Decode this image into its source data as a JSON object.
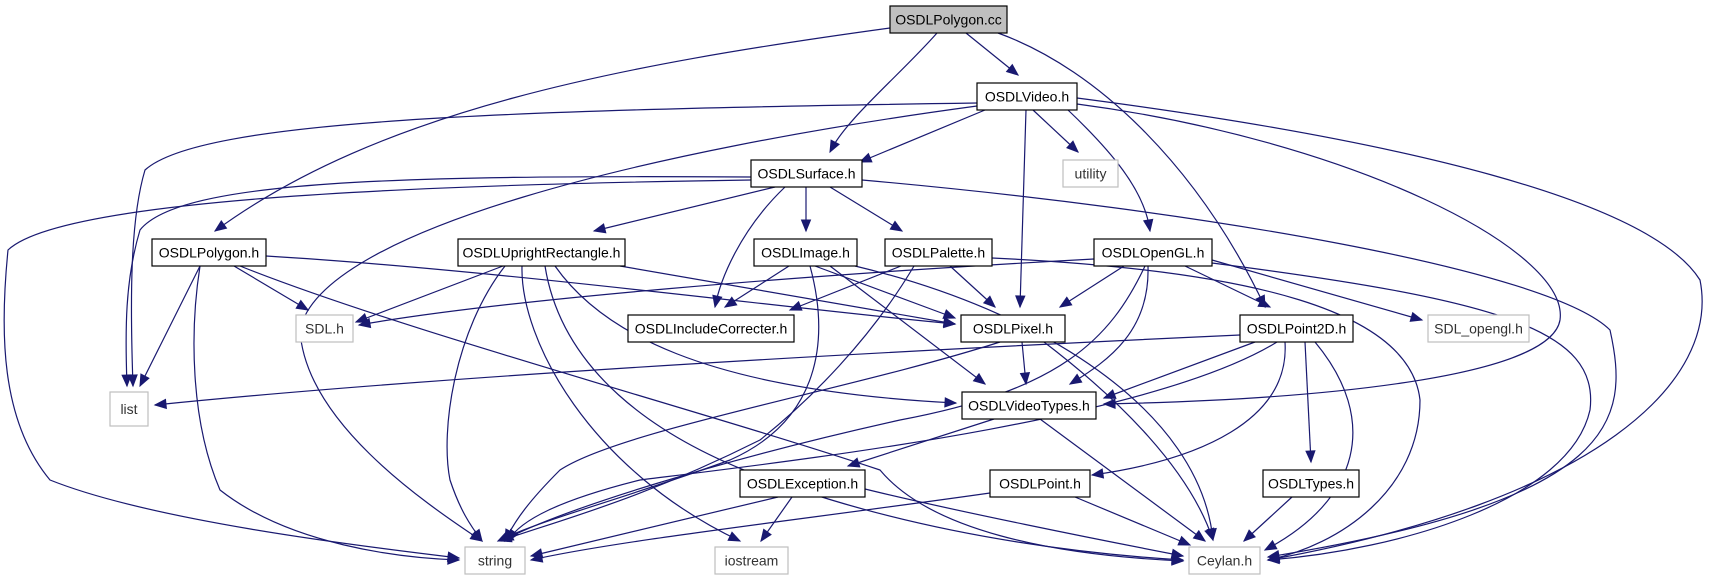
{
  "diagram": {
    "type": "include-dependency-graph",
    "nodes": [
      {
        "id": "osdl_polygon_cc",
        "label": "OSDLPolygon.cc",
        "kind": "root"
      },
      {
        "id": "osdl_video_h",
        "label": "OSDLVideo.h",
        "kind": "file"
      },
      {
        "id": "osdl_surface_h",
        "label": "OSDLSurface.h",
        "kind": "file"
      },
      {
        "id": "utility",
        "label": "utility",
        "kind": "external"
      },
      {
        "id": "osdl_polygon_h",
        "label": "OSDLPolygon.h",
        "kind": "file"
      },
      {
        "id": "osdl_upright_rectangle_h",
        "label": "OSDLUprightRectangle.h",
        "kind": "file"
      },
      {
        "id": "osdl_image_h",
        "label": "OSDLImage.h",
        "kind": "file"
      },
      {
        "id": "osdl_palette_h",
        "label": "OSDLPalette.h",
        "kind": "file"
      },
      {
        "id": "osdl_opengl_h",
        "label": "OSDLOpenGL.h",
        "kind": "file"
      },
      {
        "id": "sdl_h",
        "label": "SDL.h",
        "kind": "external"
      },
      {
        "id": "osdl_include_correcter_h",
        "label": "OSDLIncludeCorrecter.h",
        "kind": "file"
      },
      {
        "id": "osdl_pixel_h",
        "label": "OSDLPixel.h",
        "kind": "file"
      },
      {
        "id": "osdl_point2d_h",
        "label": "OSDLPoint2D.h",
        "kind": "file"
      },
      {
        "id": "sdl_opengl_h",
        "label": "SDL_opengl.h",
        "kind": "external"
      },
      {
        "id": "list",
        "label": "list",
        "kind": "external"
      },
      {
        "id": "osdl_video_types_h",
        "label": "OSDLVideoTypes.h",
        "kind": "file"
      },
      {
        "id": "osdl_exception_h",
        "label": "OSDLException.h",
        "kind": "file"
      },
      {
        "id": "osdl_point_h",
        "label": "OSDLPoint.h",
        "kind": "file"
      },
      {
        "id": "osdl_types_h",
        "label": "OSDLTypes.h",
        "kind": "file"
      },
      {
        "id": "string",
        "label": "string",
        "kind": "external"
      },
      {
        "id": "iostream",
        "label": "iostream",
        "kind": "external"
      },
      {
        "id": "ceylan_h",
        "label": "Ceylan.h",
        "kind": "external"
      }
    ],
    "edges": [
      {
        "from": "osdl_polygon_cc",
        "to": "osdl_video_h"
      },
      {
        "from": "osdl_polygon_cc",
        "to": "osdl_surface_h"
      },
      {
        "from": "osdl_polygon_cc",
        "to": "osdl_polygon_h"
      },
      {
        "from": "osdl_polygon_cc",
        "to": "osdl_point2d_h"
      },
      {
        "from": "osdl_video_h",
        "to": "osdl_surface_h"
      },
      {
        "from": "osdl_video_h",
        "to": "utility"
      },
      {
        "from": "osdl_video_h",
        "to": "osdl_opengl_h"
      },
      {
        "from": "osdl_video_h",
        "to": "osdl_pixel_h"
      },
      {
        "from": "osdl_video_h",
        "to": "list"
      },
      {
        "from": "osdl_video_h",
        "to": "string"
      },
      {
        "from": "osdl_video_h",
        "to": "osdl_video_types_h"
      },
      {
        "from": "osdl_video_h",
        "to": "ceylan_h"
      },
      {
        "from": "osdl_surface_h",
        "to": "osdl_upright_rectangle_h"
      },
      {
        "from": "osdl_surface_h",
        "to": "osdl_image_h"
      },
      {
        "from": "osdl_surface_h",
        "to": "osdl_palette_h"
      },
      {
        "from": "osdl_surface_h",
        "to": "osdl_include_correcter_h"
      },
      {
        "from": "osdl_surface_h",
        "to": "list"
      },
      {
        "from": "osdl_surface_h",
        "to": "string"
      },
      {
        "from": "osdl_surface_h",
        "to": "ceylan_h"
      },
      {
        "from": "osdl_polygon_h",
        "to": "sdl_h"
      },
      {
        "from": "osdl_polygon_h",
        "to": "list"
      },
      {
        "from": "osdl_polygon_h",
        "to": "string"
      },
      {
        "from": "osdl_polygon_h",
        "to": "osdl_pixel_h"
      },
      {
        "from": "osdl_polygon_h",
        "to": "ceylan_h"
      },
      {
        "from": "osdl_upright_rectangle_h",
        "to": "sdl_h"
      },
      {
        "from": "osdl_upright_rectangle_h",
        "to": "osdl_pixel_h"
      },
      {
        "from": "osdl_upright_rectangle_h",
        "to": "osdl_video_types_h"
      },
      {
        "from": "osdl_upright_rectangle_h",
        "to": "string"
      },
      {
        "from": "osdl_upright_rectangle_h",
        "to": "iostream"
      },
      {
        "from": "osdl_upright_rectangle_h",
        "to": "ceylan_h"
      },
      {
        "from": "osdl_image_h",
        "to": "osdl_include_correcter_h"
      },
      {
        "from": "osdl_image_h",
        "to": "osdl_pixel_h"
      },
      {
        "from": "osdl_image_h",
        "to": "osdl_video_types_h"
      },
      {
        "from": "osdl_image_h",
        "to": "string"
      },
      {
        "from": "osdl_image_h",
        "to": "ceylan_h"
      },
      {
        "from": "osdl_palette_h",
        "to": "osdl_include_correcter_h"
      },
      {
        "from": "osdl_palette_h",
        "to": "osdl_pixel_h"
      },
      {
        "from": "osdl_palette_h",
        "to": "string"
      },
      {
        "from": "osdl_palette_h",
        "to": "ceylan_h"
      },
      {
        "from": "osdl_opengl_h",
        "to": "sdl_h"
      },
      {
        "from": "osdl_opengl_h",
        "to": "osdl_pixel_h"
      },
      {
        "from": "osdl_opengl_h",
        "to": "osdl_point2d_h"
      },
      {
        "from": "osdl_opengl_h",
        "to": "sdl_opengl_h"
      },
      {
        "from": "osdl_opengl_h",
        "to": "osdl_video_types_h"
      },
      {
        "from": "osdl_opengl_h",
        "to": "string"
      },
      {
        "from": "osdl_opengl_h",
        "to": "ceylan_h"
      },
      {
        "from": "osdl_pixel_h",
        "to": "osdl_video_types_h"
      },
      {
        "from": "osdl_pixel_h",
        "to": "string"
      },
      {
        "from": "osdl_pixel_h",
        "to": "ceylan_h"
      },
      {
        "from": "osdl_point2d_h",
        "to": "list"
      },
      {
        "from": "osdl_point2d_h",
        "to": "osdl_video_types_h"
      },
      {
        "from": "osdl_point2d_h",
        "to": "osdl_point_h"
      },
      {
        "from": "osdl_point2d_h",
        "to": "osdl_types_h"
      },
      {
        "from": "osdl_point2d_h",
        "to": "string"
      },
      {
        "from": "osdl_point2d_h",
        "to": "ceylan_h"
      },
      {
        "from": "osdl_video_types_h",
        "to": "osdl_exception_h"
      },
      {
        "from": "osdl_video_types_h",
        "to": "ceylan_h"
      },
      {
        "from": "osdl_exception_h",
        "to": "string"
      },
      {
        "from": "osdl_exception_h",
        "to": "iostream"
      },
      {
        "from": "osdl_exception_h",
        "to": "ceylan_h"
      },
      {
        "from": "osdl_point_h",
        "to": "string"
      },
      {
        "from": "osdl_point_h",
        "to": "ceylan_h"
      },
      {
        "from": "osdl_types_h",
        "to": "ceylan_h"
      }
    ],
    "colors": {
      "edge": "#191970",
      "root_fill": "#bfbfbf",
      "node_border": "#000000",
      "external_border": "#bfbfbf"
    }
  }
}
